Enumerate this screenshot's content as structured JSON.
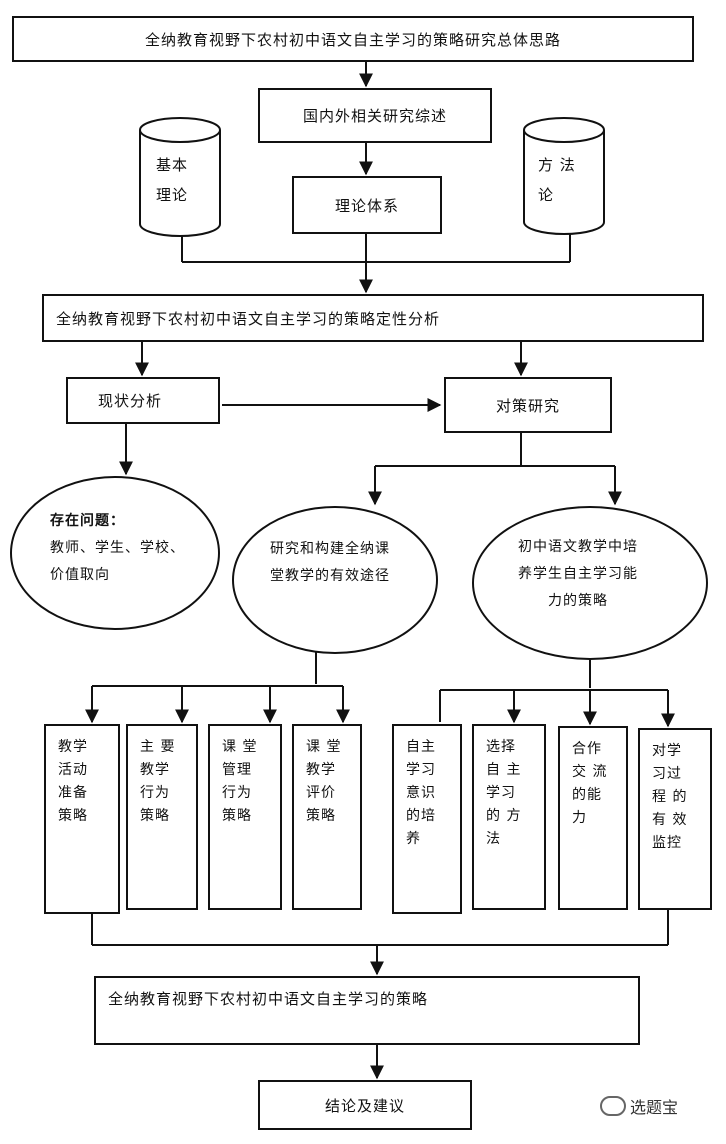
{
  "title": "全纳教育视野下农村初中语文自主学习的策略研究总体思路",
  "review": "国内外相关研究综述",
  "theory_system": "理论体系",
  "basic_theory": [
    "基本",
    "理论"
  ],
  "methodology": [
    "方 法",
    "论"
  ],
  "qualitative": "全纳教育视野下农村初中语文自主学习的策略定性分析",
  "status_analysis": "现状分析",
  "strategy_research": "对策研究",
  "problems": {
    "heading": "存在问题：",
    "lines": [
      "教师、学生、学校、",
      "价值取向"
    ]
  },
  "path_ellipse": [
    "研究和构建全纳课",
    "堂教学的有效途径"
  ],
  "ability_ellipse": [
    "初中语文教学中培",
    "养学生自主学习能",
    "力的策略"
  ],
  "left_strategies": [
    [
      "教学",
      "活动",
      "准备",
      "策略"
    ],
    [
      "主  要",
      "教学",
      "行为",
      "策略"
    ],
    [
      "课    堂",
      "管理",
      "行为",
      "策略"
    ],
    [
      "课  堂",
      "教学",
      "评价",
      "策略"
    ]
  ],
  "right_strategies": [
    [
      "自主",
      "学习",
      "意识",
      "的培",
      "养"
    ],
    [
      "选择",
      "自  主",
      "学习",
      "的  方",
      "法"
    ],
    [
      "合作",
      "交  流",
      "的能",
      "力"
    ],
    [
      "对学",
      "习过",
      "程  的",
      "有  效",
      "监控"
    ]
  ],
  "strategy_summary": "全纳教育视野下农村初中语文自主学习的策略",
  "conclusion": "结论及建议",
  "watermark": "选题宝"
}
